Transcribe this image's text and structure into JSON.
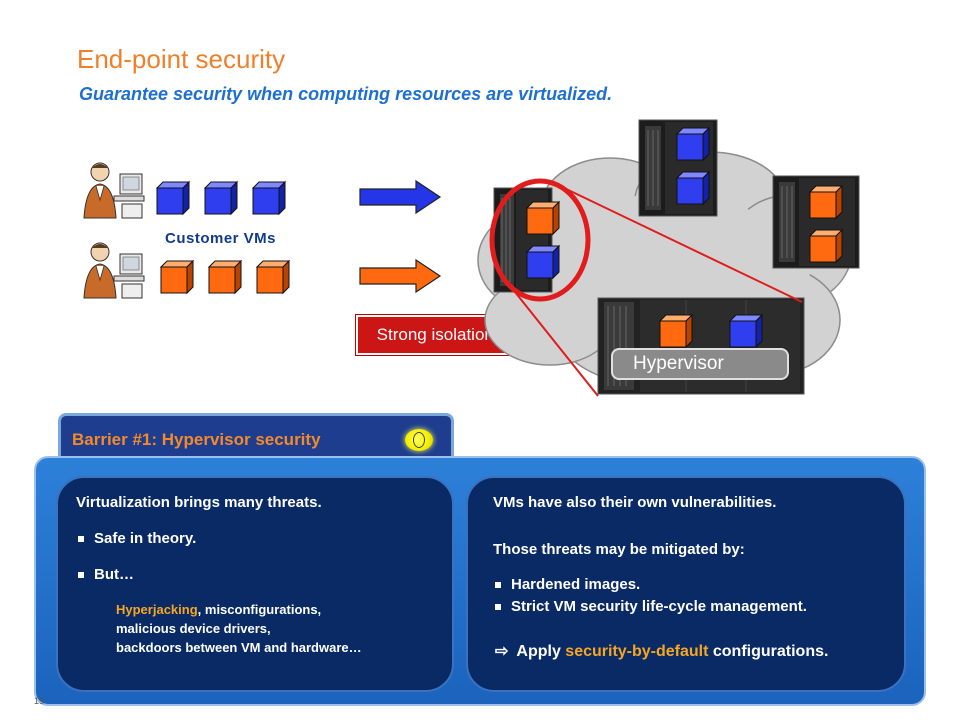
{
  "slide": {
    "title": "End-point security",
    "subtitle": "Guarantee security when computing resources are virtualized.",
    "page_number": "15"
  },
  "diagram": {
    "customer_vms_label": "Customer VMs",
    "isolation_label": "Strong isolation?",
    "hypervisor_label": "Hypervisor",
    "colors": {
      "blue_vm": "#2f3ff0",
      "orange_vm": "#ff6a10",
      "highlight_circle": "#e01c1c"
    }
  },
  "barrier": {
    "title": "Barrier #1: Hypervisor security"
  },
  "left_box": {
    "heading": "Virtualization brings many threats.",
    "bullet1": "Safe in theory.",
    "bullet2": "But…",
    "threat_highlight": "Hyperjacking",
    "threat_line1_rest": ", misconfigurations,",
    "threat_line2": "malicious device drivers,",
    "threat_line3": "backdoors between VM and hardware…"
  },
  "right_box": {
    "heading": "VMs have also their own vulnerabilities.",
    "mitigation_intro": "Those threats may be mitigated by:",
    "bullet1": "Hardened images.",
    "bullet2": "Strict VM security life-cycle management.",
    "apply_prefix": "Apply ",
    "apply_highlight": "security-by-default",
    "apply_suffix": " configurations."
  }
}
